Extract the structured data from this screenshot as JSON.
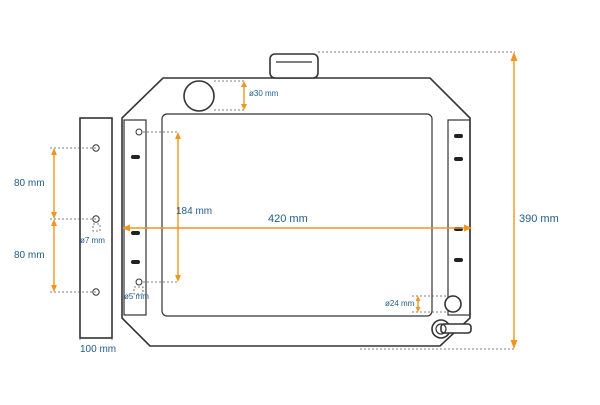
{
  "dimensions": {
    "height": "390 mm",
    "width": "420 mm",
    "bracket_spacing_inner": "184 mm",
    "hole_spacing_top": "80 mm",
    "hole_spacing_bottom": "80 mm",
    "bracket_width": "100 mm",
    "cap_diameter": "ø30 mm",
    "outlet_diameter": "ø24 mm",
    "bracket_hole_diameter": "ø7 mm",
    "core_hole_diameter": "ø5 mm"
  },
  "colors": {
    "accent": "#f0951e",
    "label": "#1f5c8a",
    "outline": "#333333"
  }
}
